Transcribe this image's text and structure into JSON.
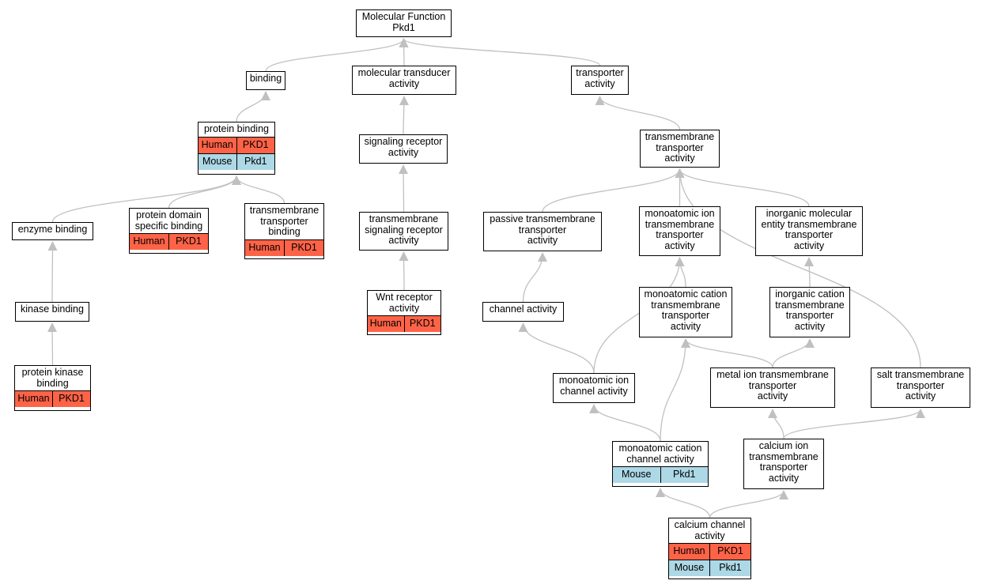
{
  "colors": {
    "human": "#ff6347",
    "mouse": "#add8e6",
    "edge": "#c0c0c0"
  },
  "nodes": {
    "root": {
      "label": "Molecular Function\nPkd1"
    },
    "binding": {
      "label": "binding"
    },
    "molecular_transducer": {
      "label": "molecular transducer\nactivity"
    },
    "transporter": {
      "label": "transporter\nactivity"
    },
    "protein_binding": {
      "label": "protein binding",
      "orthologs": [
        {
          "species": "Human",
          "gene": "PKD1"
        },
        {
          "species": "Mouse",
          "gene": "Pkd1"
        }
      ]
    },
    "signaling_receptor": {
      "label": "signaling receptor\nactivity"
    },
    "transmembrane_transporter": {
      "label": "transmembrane\ntransporter\nactivity"
    },
    "enzyme_binding": {
      "label": "enzyme binding"
    },
    "protein_domain_binding": {
      "label": "protein domain\nspecific binding",
      "orthologs": [
        {
          "species": "Human",
          "gene": "PKD1"
        }
      ]
    },
    "tm_transporter_binding": {
      "label": "transmembrane\ntransporter\nbinding",
      "orthologs": [
        {
          "species": "Human",
          "gene": "PKD1"
        }
      ]
    },
    "tm_signaling_receptor": {
      "label": "transmembrane\nsignaling receptor\nactivity"
    },
    "passive_tm_transporter": {
      "label": "passive transmembrane\ntransporter\nactivity"
    },
    "monoatomic_ion_tm": {
      "label": "monoatomic ion\ntransmembrane\ntransporter\nactivity"
    },
    "inorganic_molecular_tm": {
      "label": "inorganic molecular\nentity transmembrane\ntransporter\nactivity"
    },
    "kinase_binding": {
      "label": "kinase binding"
    },
    "wnt_receptor": {
      "label": "Wnt receptor\nactivity",
      "orthologs": [
        {
          "species": "Human",
          "gene": "PKD1"
        }
      ]
    },
    "channel_activity": {
      "label": "channel activity"
    },
    "monoatomic_cation_tm": {
      "label": "monoatomic cation\ntransmembrane\ntransporter\nactivity"
    },
    "inorganic_cation_tm": {
      "label": "inorganic cation\ntransmembrane\ntransporter\nactivity"
    },
    "protein_kinase_binding": {
      "label": "protein kinase\nbinding",
      "orthologs": [
        {
          "species": "Human",
          "gene": "PKD1"
        }
      ]
    },
    "monoatomic_ion_channel": {
      "label": "monoatomic ion\nchannel activity"
    },
    "metal_ion_tm": {
      "label": "metal ion transmembrane\ntransporter\nactivity"
    },
    "salt_tm": {
      "label": "salt transmembrane\ntransporter\nactivity"
    },
    "monoatomic_cation_channel": {
      "label": "monoatomic cation\nchannel activity",
      "orthologs": [
        {
          "species": "Mouse",
          "gene": "Pkd1"
        }
      ]
    },
    "calcium_ion_tm": {
      "label": "calcium ion\ntransmembrane\ntransporter\nactivity"
    },
    "calcium_channel": {
      "label": "calcium channel\nactivity",
      "orthologs": [
        {
          "species": "Human",
          "gene": "PKD1"
        },
        {
          "species": "Mouse",
          "gene": "Pkd1"
        }
      ]
    }
  },
  "edges": [
    [
      "binding",
      "root"
    ],
    [
      "molecular_transducer",
      "root"
    ],
    [
      "transporter",
      "root"
    ],
    [
      "protein_binding",
      "binding"
    ],
    [
      "signaling_receptor",
      "molecular_transducer"
    ],
    [
      "transmembrane_transporter",
      "transporter"
    ],
    [
      "enzyme_binding",
      "protein_binding"
    ],
    [
      "protein_domain_binding",
      "protein_binding"
    ],
    [
      "tm_transporter_binding",
      "protein_binding"
    ],
    [
      "tm_signaling_receptor",
      "signaling_receptor"
    ],
    [
      "passive_tm_transporter",
      "transmembrane_transporter"
    ],
    [
      "monoatomic_ion_tm",
      "transmembrane_transporter"
    ],
    [
      "inorganic_molecular_tm",
      "transmembrane_transporter"
    ],
    [
      "salt_tm",
      "transmembrane_transporter"
    ],
    [
      "kinase_binding",
      "enzyme_binding"
    ],
    [
      "wnt_receptor",
      "tm_signaling_receptor"
    ],
    [
      "channel_activity",
      "passive_tm_transporter"
    ],
    [
      "monoatomic_cation_tm",
      "monoatomic_ion_tm"
    ],
    [
      "inorganic_cation_tm",
      "inorganic_molecular_tm"
    ],
    [
      "protein_kinase_binding",
      "kinase_binding"
    ],
    [
      "monoatomic_ion_channel",
      "channel_activity"
    ],
    [
      "monoatomic_ion_channel",
      "monoatomic_ion_tm"
    ],
    [
      "metal_ion_tm",
      "monoatomic_cation_tm"
    ],
    [
      "metal_ion_tm",
      "inorganic_cation_tm"
    ],
    [
      "monoatomic_cation_channel",
      "monoatomic_ion_channel"
    ],
    [
      "monoatomic_cation_channel",
      "monoatomic_cation_tm"
    ],
    [
      "calcium_ion_tm",
      "metal_ion_tm"
    ],
    [
      "calcium_ion_tm",
      "salt_tm"
    ],
    [
      "calcium_channel",
      "monoatomic_cation_channel"
    ],
    [
      "calcium_channel",
      "calcium_ion_tm"
    ]
  ]
}
